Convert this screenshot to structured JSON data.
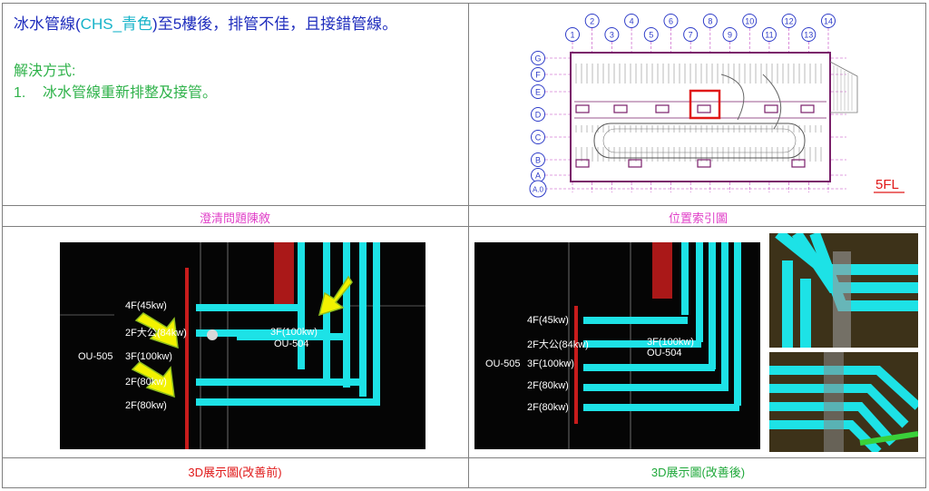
{
  "issue": {
    "prefix": "冰水管線(",
    "code": "CHS_青色",
    "suffix": ")至5樓後，排管不佳，且接錯管線。"
  },
  "solution": {
    "heading": "解決方式:",
    "items": [
      {
        "num": "1.",
        "text": "冰水管線重新排整及接管。"
      }
    ]
  },
  "captions": {
    "problem": "澄清問題陳敘",
    "location": "位置索引圖",
    "before": "3D展示圖(改善前)",
    "after": "3D展示圖(改善後)"
  },
  "floor_plan": {
    "floor_label": "5FL",
    "col_labels": [
      "1",
      "2",
      "3",
      "4",
      "5",
      "6",
      "7",
      "8",
      "9",
      "10",
      "11",
      "12",
      "13",
      "14"
    ],
    "row_labels": [
      "G",
      "F",
      "E",
      "D",
      "C",
      "B",
      "A",
      "A.0"
    ],
    "colors": {
      "grid": "#2e3cc8",
      "highlight": "#e01818",
      "boundary": "#7a1f6a"
    }
  },
  "before_view": {
    "labels": [
      "4F(45kw)",
      "2F大公(84kw)",
      "OU-505",
      "3F(100kw)",
      "2F(80kw)",
      "2F(80kw)",
      "3F(100kw)",
      "OU-504"
    ],
    "arrow_color": "#f2f200",
    "pipe_color": "#1de2e6"
  },
  "after_view": {
    "labels": [
      "4F(45kw)",
      "2F大公(84kw)",
      "OU-505",
      "3F(100kw)",
      "2F(80kw)",
      "2F(80kw)",
      "3F(100kw)",
      "OU-504"
    ],
    "pipe_color": "#1de2e6"
  }
}
